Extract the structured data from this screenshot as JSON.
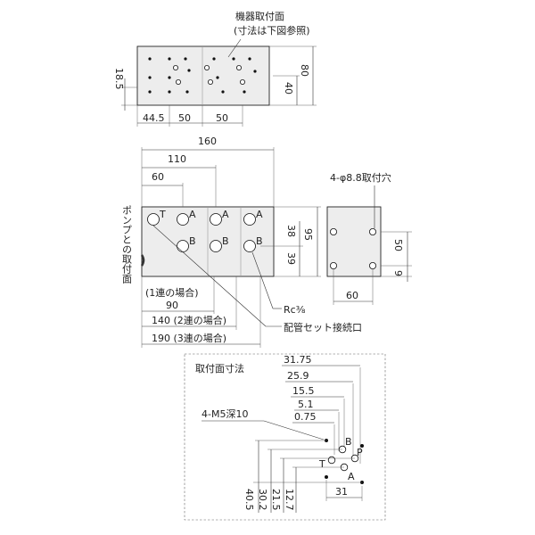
{
  "top_view": {
    "label_line1": "機器取付面",
    "label_line2": "(寸法は下図参照)",
    "dim_left": "18.5",
    "dim_right_inner": "40",
    "dim_right_outer": "80",
    "dim_bottom": [
      "44.5",
      "50",
      "50"
    ]
  },
  "front_view": {
    "dims_top": [
      "160",
      "110",
      "60"
    ],
    "side_label": "ポンプとの取付面",
    "port_labels": [
      "T",
      "A",
      "A",
      "A",
      "B",
      "B",
      "B"
    ],
    "dim_right_upper": "38",
    "dim_right_lower": "39",
    "dim_right_total": "95",
    "dims_bottom": [
      {
        "value": "(1連の場合)"
      },
      {
        "value": "90"
      },
      {
        "value": "140 (2連の場合)"
      },
      {
        "value": "190 (3連の場合)"
      }
    ],
    "callout_rc": "Rc⅜",
    "callout_pipe": "配管セット接続口"
  },
  "side_view": {
    "label": "4-φ8.8取付穴",
    "dim_right": "50",
    "dim_right_small": "9",
    "dim_bottom": "60"
  },
  "mount_face": {
    "title": "取付面寸法",
    "dims_h": [
      "31.75",
      "25.9",
      "15.5",
      "5.1",
      "0.75"
    ],
    "thread_label": "4-M5深10",
    "port_labels": [
      "B",
      "P",
      "T",
      "A"
    ],
    "dims_v": [
      "40.5",
      "30.2",
      "21.5",
      "12.7"
    ],
    "dim_bottom": "31"
  }
}
